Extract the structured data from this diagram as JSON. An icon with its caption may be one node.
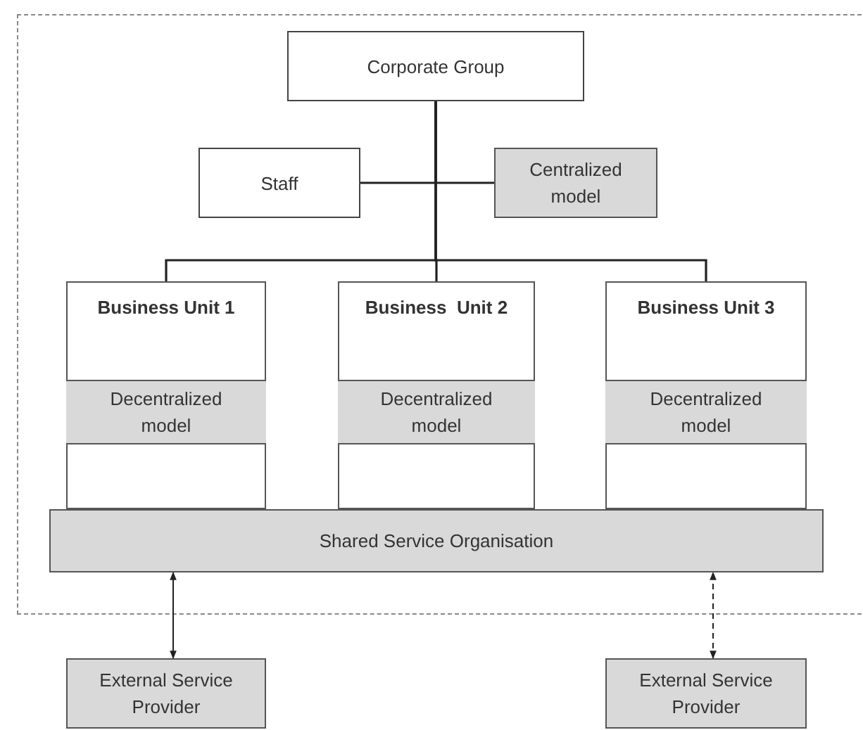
{
  "diagram": {
    "nodes": [
      {
        "text": [
          "Corporate Group"
        ]
      },
      {
        "text": [
          "Staff"
        ]
      },
      {
        "text": [
          "Centralized model"
        ]
      },
      {
        "text": [
          "Business Unit 1"
        ]
      },
      {
        "text": [
          "Decentralized model"
        ],
        "in": 3
      },
      {
        "text": [
          "Business  Unit 2"
        ]
      },
      {
        "text": [
          "Decentralized model"
        ],
        "in": 5
      },
      {
        "text": [
          "Business Unit 3"
        ]
      },
      {
        "text": [
          "Decentralized model"
        ],
        "in": 7
      },
      {
        "text": [
          "Shared Service Organisation"
        ]
      },
      {
        "text": [
          "External Service Provider"
        ]
      },
      {
        "text": [
          "External Service Provider"
        ]
      }
    ],
    "edges": [
      {
        "from": 0,
        "to": 1,
        "arrow": "none"
      },
      {
        "from": 0,
        "to": 2,
        "arrow": "none"
      },
      {
        "from": 0,
        "to": 3,
        "arrow": "none"
      },
      {
        "from": 0,
        "to": 5,
        "arrow": "none"
      },
      {
        "from": 0,
        "to": 7,
        "arrow": "none"
      },
      {
        "from": 10,
        "to": 9,
        "arrow": "both"
      },
      {
        "from": 11,
        "to": 9,
        "arrow": "both",
        "style": "dashed"
      }
    ]
  }
}
